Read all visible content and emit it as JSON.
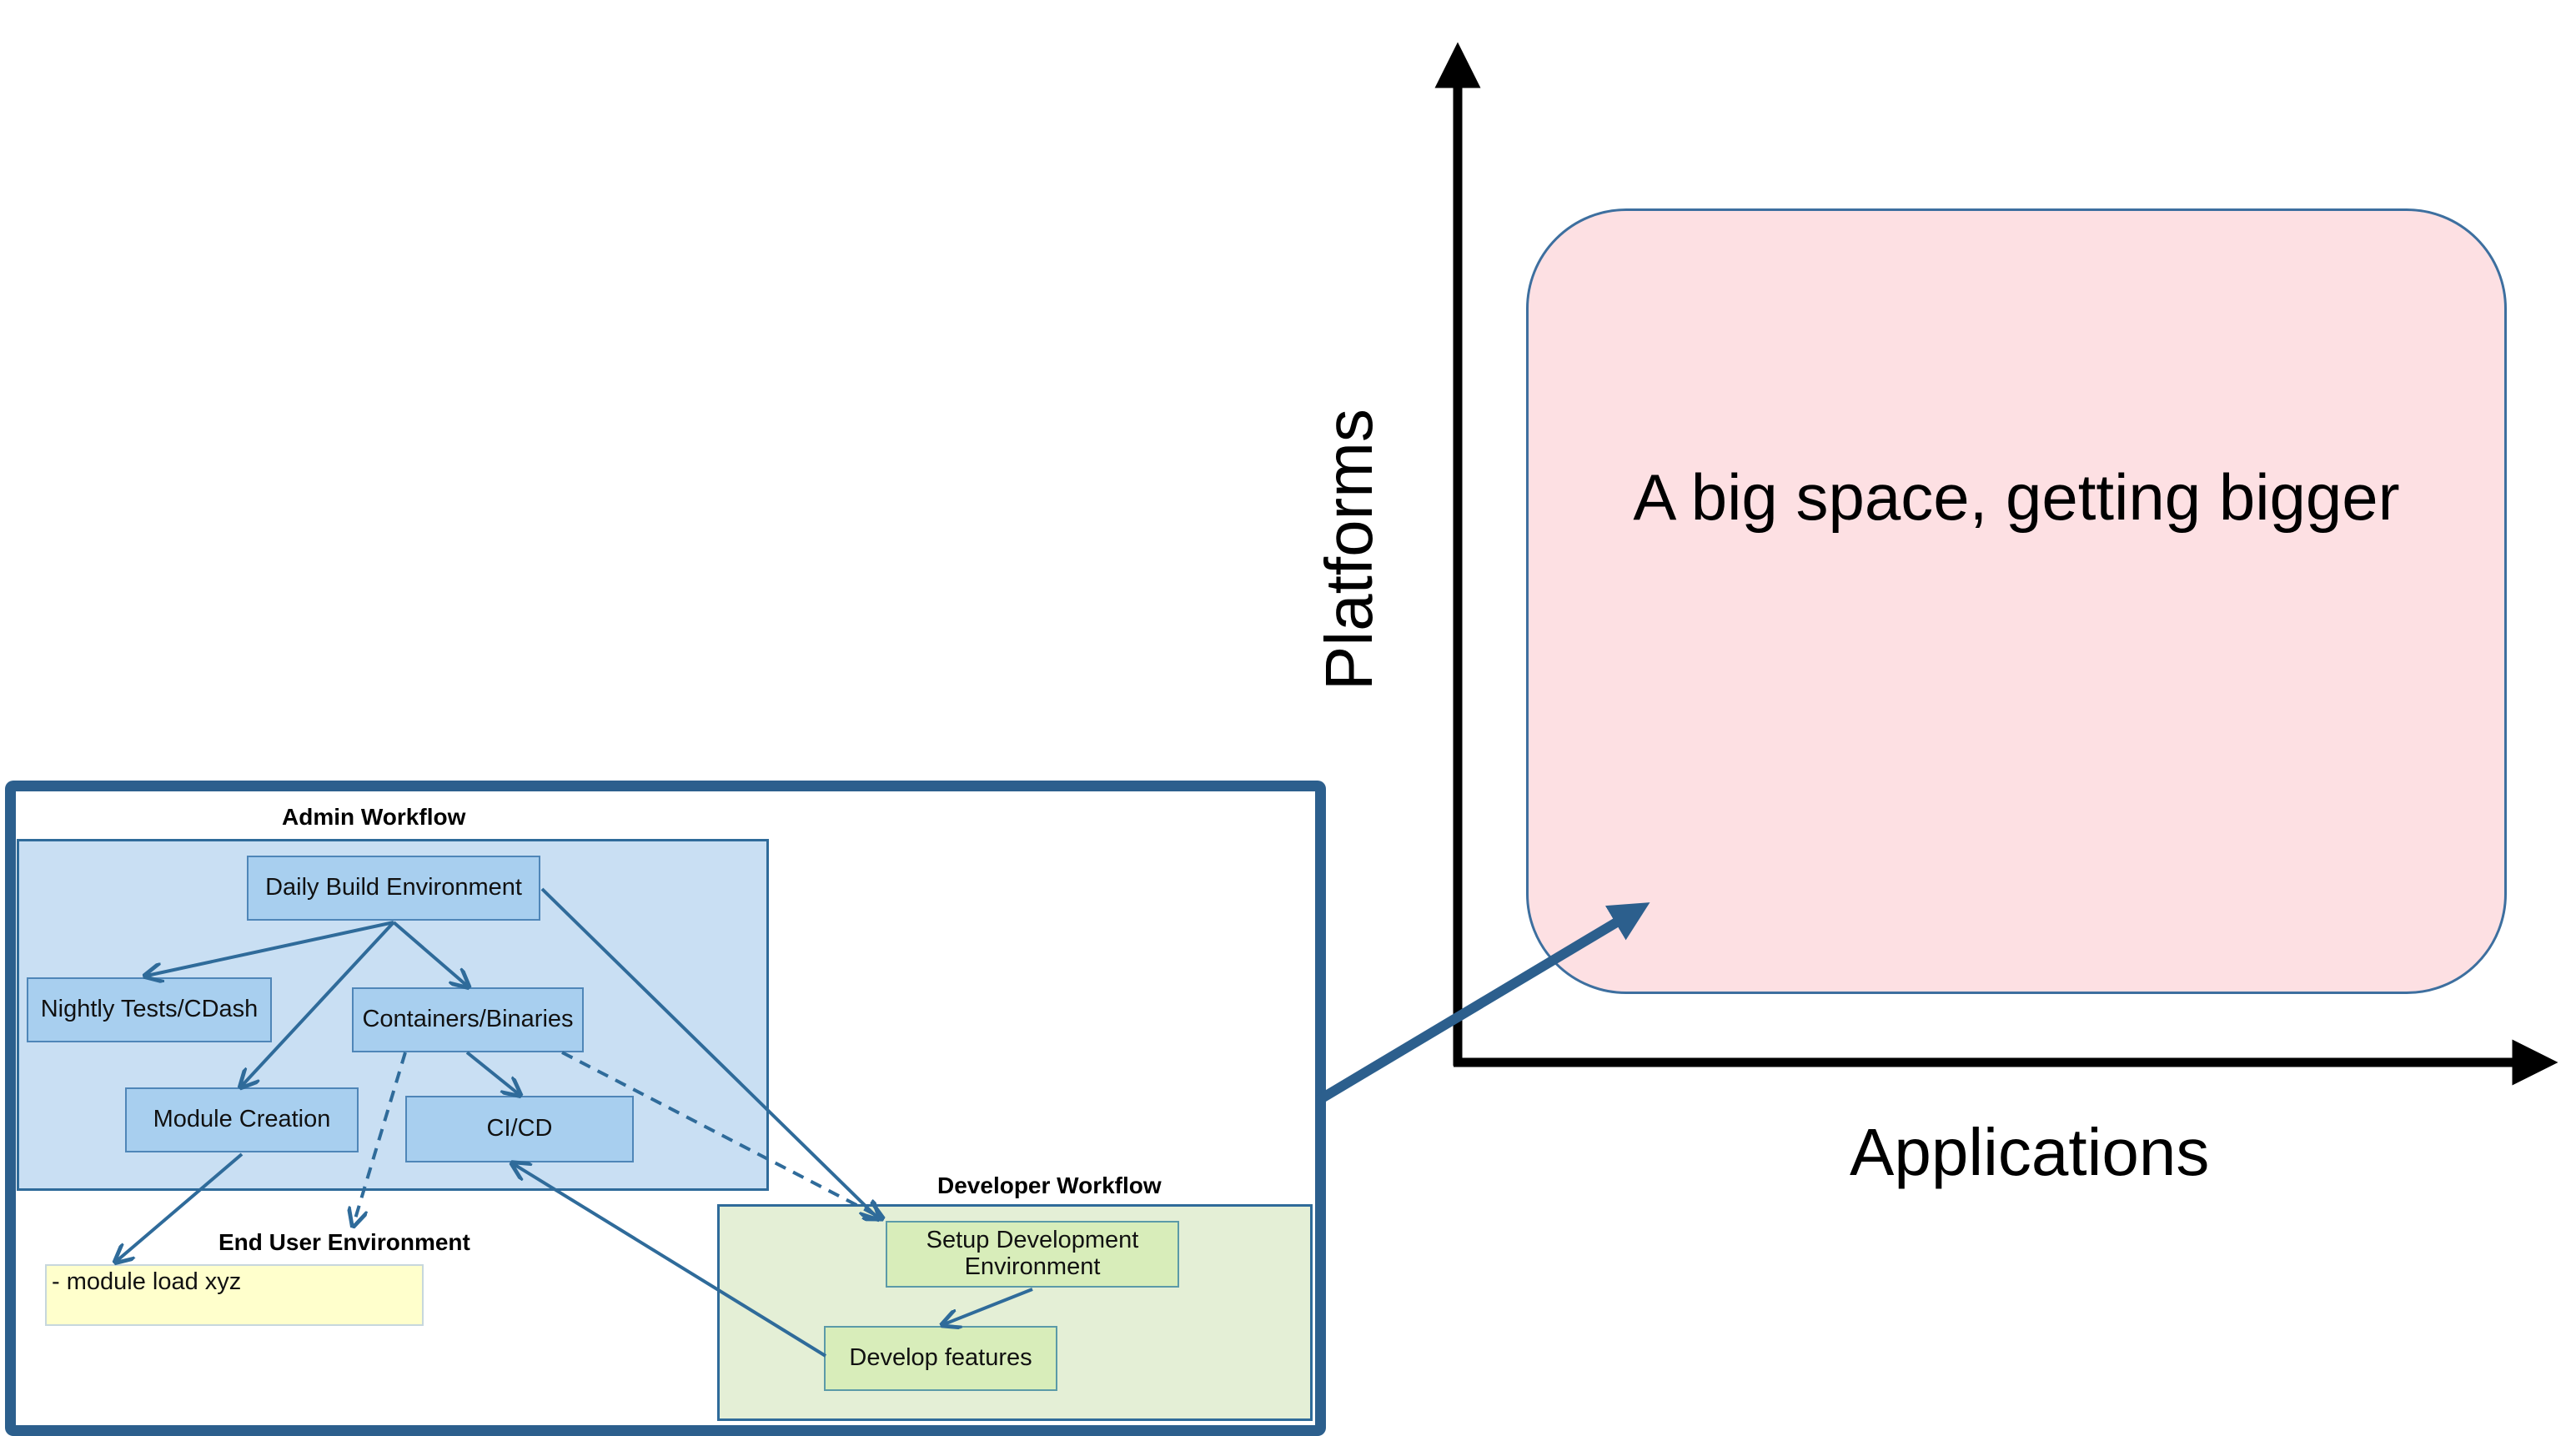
{
  "quadrant": {
    "x_axis_label": "Applications",
    "y_axis_label": "Platforms",
    "bubble_text": "A big space, getting bigger",
    "bubble_fill": "#fde0e3",
    "axis_color": "#000000"
  },
  "workflow": {
    "frame_color": "#2c5f8d",
    "admin": {
      "title": "Admin Workflow",
      "fill": "#c9dff3",
      "nodes": {
        "daily_build": "Daily Build Environment",
        "nightly_tests": "Nightly Tests/CDash",
        "containers": "Containers/Binaries",
        "module_creation": "Module Creation",
        "cicd": "CI/CD"
      }
    },
    "end_user": {
      "title": "End User Environment",
      "note": "- module load xyz"
    },
    "developer": {
      "title": "Developer Workflow",
      "fill": "#e4efd6",
      "nodes": {
        "setup_env": "Setup Development Environment",
        "develop_features": "Develop features"
      }
    }
  }
}
